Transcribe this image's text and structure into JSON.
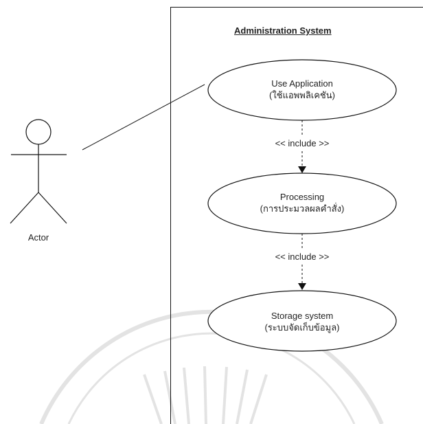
{
  "system": {
    "title": "Administration System"
  },
  "actor": {
    "label": "Actor"
  },
  "use_cases": [
    {
      "line1": "Use Application",
      "line2": "(ใช้แอพพลิเคชัน)"
    },
    {
      "line1": "Processing",
      "line2": "(การประมวลผลคำสั่ง)"
    },
    {
      "line1": "Storage system",
      "line2": "(ระบบจัดเก็บข้อมูล)"
    }
  ],
  "relations": [
    {
      "label": "<< include >>"
    },
    {
      "label": "<< include >>"
    }
  ],
  "colors": {
    "stroke": "#111111",
    "watermark": "#e3e3e3",
    "background": "#ffffff"
  }
}
